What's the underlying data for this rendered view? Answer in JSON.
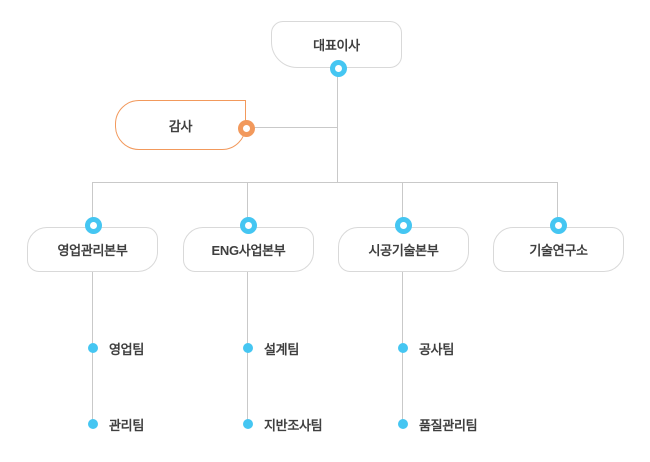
{
  "org": {
    "root": {
      "label": "대표이사"
    },
    "auditor": {
      "label": "감사"
    },
    "divisions": [
      {
        "label": "영업관리본부",
        "teams": [
          "영업팀",
          "관리팀"
        ]
      },
      {
        "label": "ENG사업본부",
        "teams": [
          "설계팀",
          "지반조사팀"
        ]
      },
      {
        "label": "시공기술본부",
        "teams": [
          "공사팀",
          "품질관리팀"
        ]
      },
      {
        "label": "기술연구소",
        "teams": []
      }
    ]
  },
  "theme": {
    "blue": "#45c6f2",
    "orange": "#f2995c",
    "line": "#c9c9c9",
    "border": "#d9d9d9",
    "text": "#3f3f3f",
    "bg": "#ffffff"
  }
}
